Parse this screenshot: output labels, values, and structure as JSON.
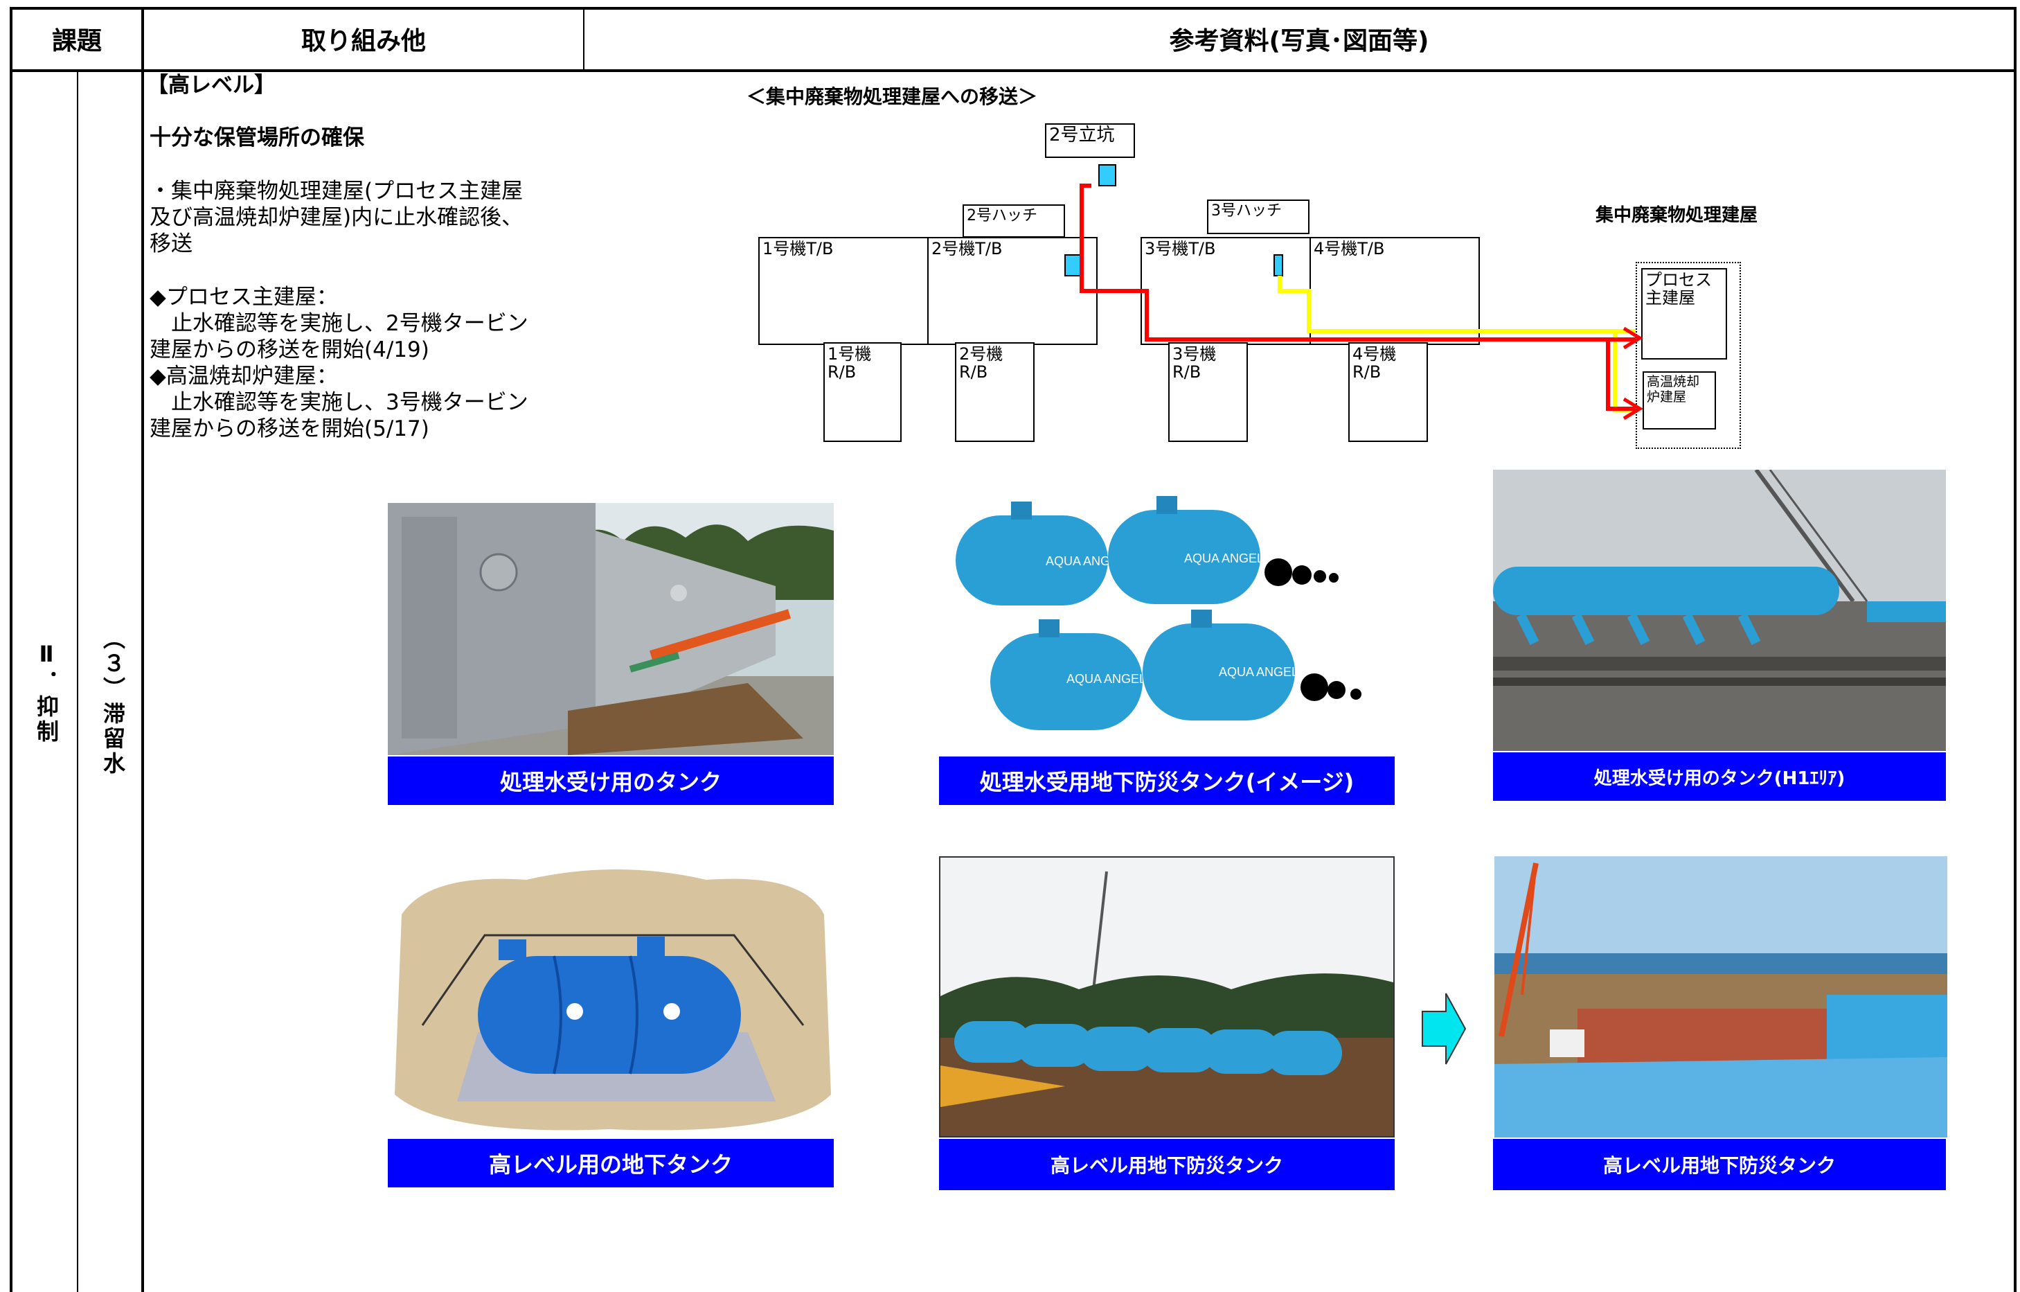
{
  "header": {
    "col1": "課題",
    "col2": "取り組み他",
    "col3": "参考資料(写真･図面等)"
  },
  "category": {
    "main": "Ⅱ．抑制",
    "sub": "（３）滞留水"
  },
  "left_text": {
    "tag": "【高レベル】",
    "heading": "十分な保管場所の確保",
    "bullet1_line1": "・集中廃棄物処理建屋(プロセス主建屋",
    "bullet1_line2": "及び高温焼却炉建屋)内に止水確認後、",
    "bullet1_line3": "移送",
    "item1_title": "◆プロセス主建屋：",
    "item1_line1": "　止水確認等を実施し、2号機タービン",
    "item1_line2": "建屋からの移送を開始(4/19)",
    "item2_title": "◆高温焼却炉建屋：",
    "item2_line1": "　止水確認等を実施し、3号機タービン",
    "item2_line2": "建屋からの移送を開始(5/17)"
  },
  "diagram": {
    "title": "＜集中廃棄物処理建屋への移送＞",
    "shaft": "2号立坑",
    "hatch2": "2号ハッチ",
    "hatch3": "3号ハッチ",
    "tb1": "1号機T/B",
    "tb2": "2号機T/B",
    "tb3": "3号機T/B",
    "tb4": "4号機T/B",
    "rb1_a": "1号機",
    "rb1_b": "R/B",
    "rb2_a": "2号機",
    "rb2_b": "R/B",
    "rb3_a": "3号機",
    "rb3_b": "R/B",
    "rb4_a": "4号機",
    "rb4_b": "R/B",
    "facility": "集中廃棄物処理建屋",
    "process_a": "プロセス",
    "process_b": "主建屋",
    "incin_a": "高温焼却",
    "incin_b": "炉建屋",
    "colors": {
      "red": "#ff0000",
      "yellow": "#ffff00",
      "cyan": "#33ccff"
    }
  },
  "captions": {
    "p1": "処理水受け用のタンク",
    "p2": "処理水受用地下防災タンク(イメージ)",
    "p3": "処理水受け用のタンク(H1ｴﾘｱ)",
    "p4": "高レベル用の地下タンク",
    "p5": "高レベル用地下防災タンク",
    "p6": "高レベル用地下防災タンク"
  },
  "tank_brand": "AQUA ANGEL",
  "colors": {
    "caption_bg": "#0000ff",
    "tank_blue": "#2a9fd6",
    "arrow": "#00e5ee"
  }
}
